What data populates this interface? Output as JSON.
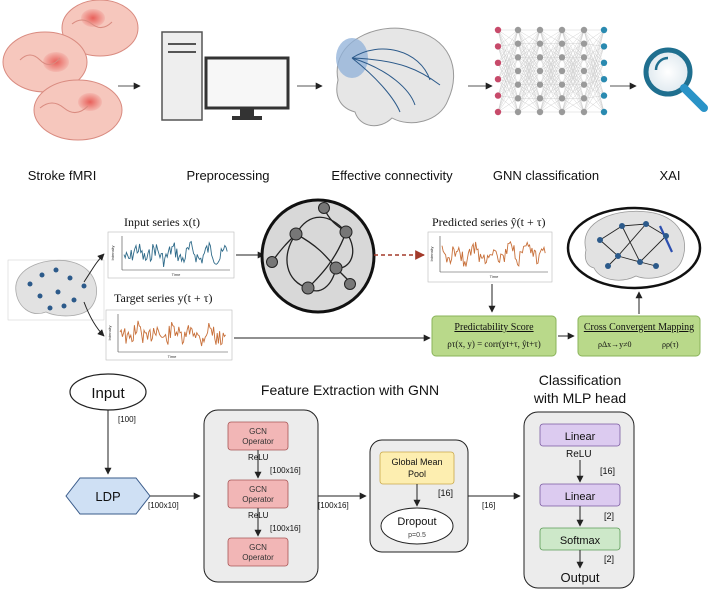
{
  "pipeline": {
    "stages": [
      {
        "label": "Stroke fMRI"
      },
      {
        "label": "Preprocessing"
      },
      {
        "label": "Effective connectivity"
      },
      {
        "label": "GNN classification"
      },
      {
        "label": "XAI"
      }
    ]
  },
  "connectivity": {
    "input_series": "Input series  x(t)",
    "target_series": "Target series  y(t + τ)",
    "predicted_series": "Predicted  series  ŷ(t + τ)",
    "axis_intensity": "Intensity",
    "axis_time": "Time",
    "predictability_title": "Predictability Score",
    "predictability_formula": "ρτ(x, y) = corr(yt+τ, ŷt+τ)",
    "ccm_title": "Cross Convergent Mapping",
    "ccm_left": "ρΔx→y≠0",
    "ccm_right": "ρρ(τ)",
    "colors": {
      "input": "#2f6b8a",
      "target": "#c8703a",
      "green_box": "#b9d98a",
      "dashed_arrow": "#a33a2a"
    }
  },
  "architecture": {
    "input_label": "Input",
    "input_dim": "[100]",
    "ldp_label": "LDP",
    "ldp_out_dim": "[100x10]",
    "gnn_title": "Feature Extraction with GNN",
    "gcn_label_1": "GCN",
    "gcn_label_2": "Operator",
    "relu_label": "ReLU",
    "gcn_inner_dim": "[100x16]",
    "gnn_out_dim": "[100x16]",
    "pool_label_1": "Global Mean",
    "pool_label_2": "Pool",
    "pool_dim": "[16]",
    "dropout_label": "Dropout",
    "dropout_p": "p=0.5",
    "pool_out_dim": "[16]",
    "mlp_title_1": "Classification",
    "mlp_title_2": "with MLP head",
    "linear_label": "Linear",
    "mlp_relu": "ReLU",
    "mlp_dim_16": "[16]",
    "mlp_dim_2a": "[2]",
    "softmax_label": "Softmax",
    "mlp_dim_2b": "[2]",
    "output_label": "Output"
  }
}
